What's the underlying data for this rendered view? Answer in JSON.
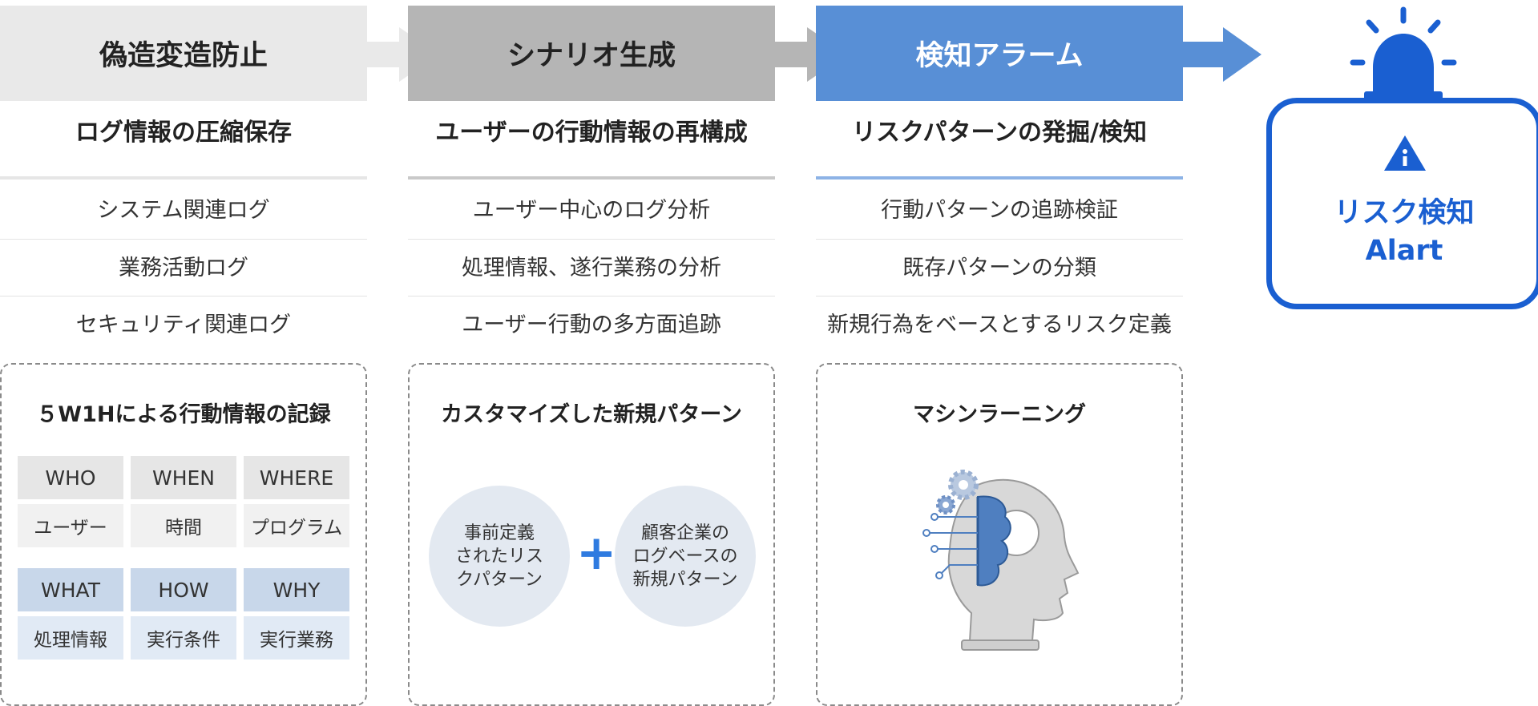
{
  "columns": [
    {
      "header": "偽造変造防止",
      "subtitle": "ログ情報の圧縮保存",
      "items": [
        "システム関連ログ",
        "業務活動ログ",
        "セキュリティ関連ログ"
      ],
      "box": {
        "title": "５W1Hによる行動情報の記録",
        "grid": [
          [
            "WHO",
            "WHEN",
            "WHERE"
          ],
          [
            "ユーザー",
            "時間",
            "プログラム"
          ],
          [
            "WHAT",
            "HOW",
            "WHY"
          ],
          [
            "処理情報",
            "実行条件",
            "実行業務"
          ]
        ]
      }
    },
    {
      "header": "シナリオ生成",
      "subtitle": "ユーザーの行動情報の再構成",
      "items": [
        "ユーザー中心のログ分析",
        "処理情報、遂行業務の分析",
        "ユーザー行動の多方面追跡"
      ],
      "box": {
        "title": "カスタマイズした新規パターン",
        "left_circle": "事前定義\nされたリス\nクパターン",
        "right_circle": "顧客企業の\nログベースの\n新規パターン",
        "plus": "+"
      }
    },
    {
      "header": "検知アラーム",
      "subtitle": "リスクパターンの発掘/検知",
      "items": [
        "行動パターンの追跡検証",
        "既存パターンの分類",
        "新規行為をベースとするリスク定義"
      ],
      "box": {
        "title": "マシンラーニング",
        "icon": "ai-head-icon"
      }
    }
  ],
  "alert": {
    "line1": "リスク検知",
    "line2": "Alart",
    "icon": "siren-icon"
  },
  "colors": {
    "header1": "#e9e9e9",
    "header2": "#b5b5b5",
    "header3": "#588fd6",
    "accent": "#1a5fd1",
    "grid_dark": "#e6e6e6",
    "grid_light": "#f1f1f1",
    "grid_blue_dark": "#c8d7ea",
    "grid_blue_light": "#e1eaf5"
  }
}
